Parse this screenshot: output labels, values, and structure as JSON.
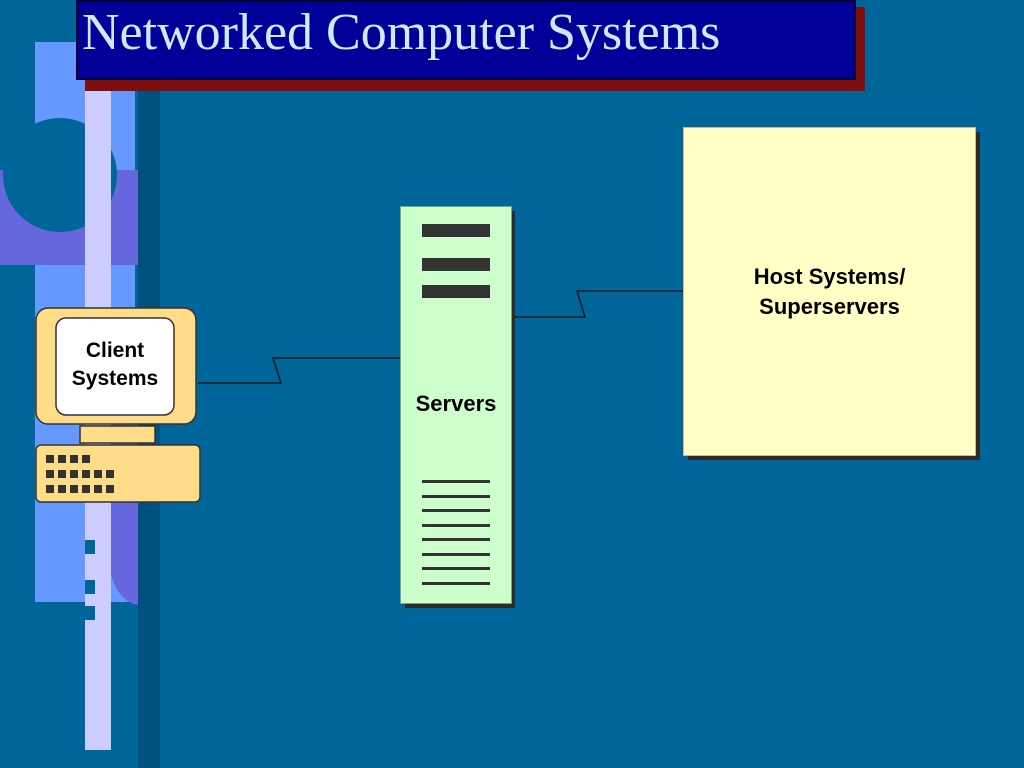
{
  "slide": {
    "title": "Networked Computer Systems"
  },
  "nodes": {
    "client": {
      "label_line1": "Client",
      "label_line2": "Systems"
    },
    "server": {
      "label": "Servers"
    },
    "host": {
      "label_line1": "Host Systems/",
      "label_line2": "Superservers"
    }
  },
  "colors": {
    "background": "#006699",
    "title_bar": "#000099",
    "title_shadow": "#7f0f0f",
    "title_text": "#ccebff",
    "host_fill": "#ffffc6",
    "server_fill": "#ccffcc",
    "client_fill": "#ffdd88"
  }
}
